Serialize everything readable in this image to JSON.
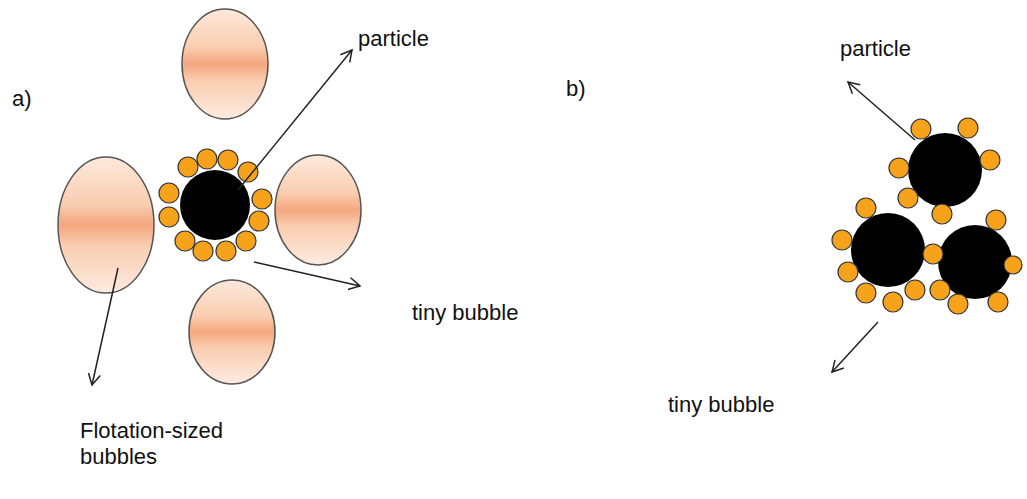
{
  "diagram": {
    "labels": [
      "a)",
      "particle",
      "tiny bubble",
      "Flotation-sized bubbles",
      "b)",
      "particle",
      "tiny bubble"
    ]
  }
}
